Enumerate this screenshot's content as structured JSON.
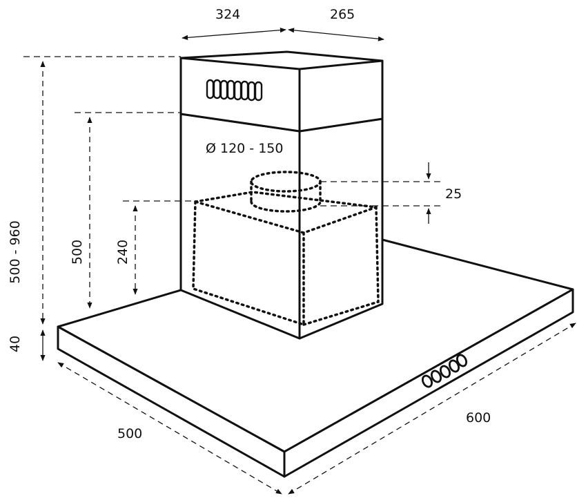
{
  "dimensions": {
    "chimney_width": "324",
    "chimney_depth": "265",
    "total_height": "500 - 960",
    "canopy_thickness": "40",
    "lower_chimney_height": "500",
    "inner_box_height": "240",
    "duct_diameter": "Ø 120 - 150",
    "collar_height": "25",
    "hood_depth": "500",
    "hood_width": "600"
  },
  "colors": {
    "line": "#111111",
    "background": "#ffffff"
  }
}
